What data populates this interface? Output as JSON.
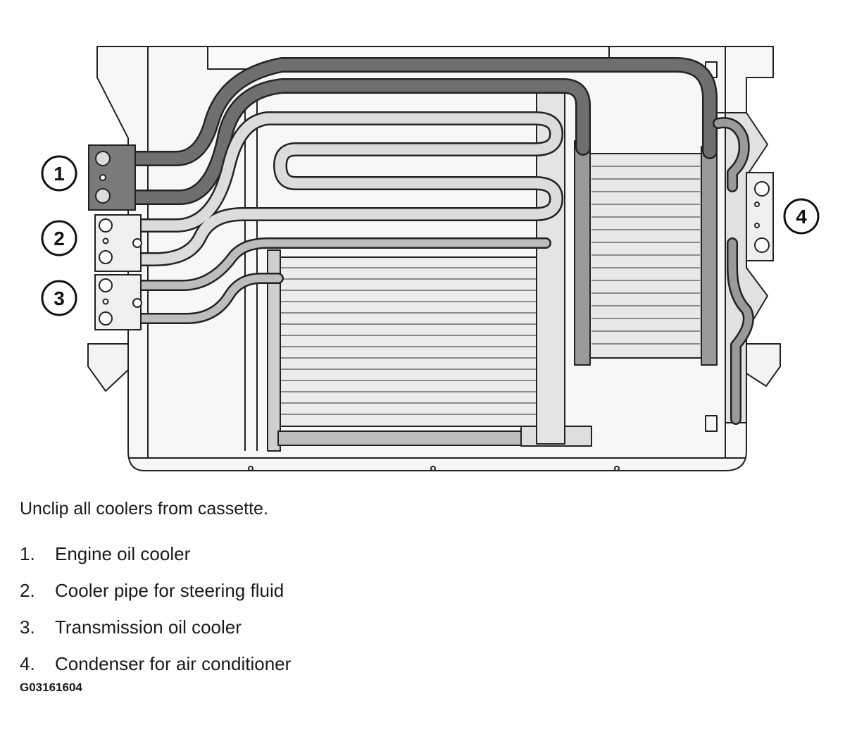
{
  "diagram": {
    "callouts": [
      {
        "number": "1",
        "label": "Engine oil cooler"
      },
      {
        "number": "2",
        "label": "Cooler pipe for steering fluid"
      },
      {
        "number": "3",
        "label": "Transmission oil cooler"
      },
      {
        "number": "4",
        "label": "Condenser for air conditioner"
      }
    ],
    "colors": {
      "outline": "#222222",
      "pipe_dark": "#6f6f6f",
      "pipe_light": "#d4d4d4",
      "fin": "#9a9a9a"
    }
  },
  "caption": "Unclip all coolers from cassette.",
  "figure_id": "G03161604"
}
